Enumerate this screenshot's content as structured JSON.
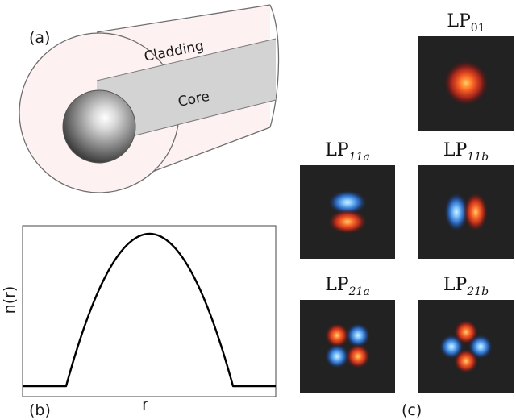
{
  "panels": {
    "a": {
      "label": "(a)",
      "cladding_label": "Cladding",
      "core_label": "Core",
      "colors": {
        "cladding_fill": "#fdf1f1",
        "core_fill": "#d3d3d3",
        "outline": "#6e6e6e"
      }
    },
    "b": {
      "label": "(b)",
      "xlabel": "r",
      "ylabel": "n(r)"
    },
    "c": {
      "label": "(c)",
      "modes": [
        {
          "base": "LP",
          "sub": "01"
        },
        {
          "base": "LP",
          "sub": "11a"
        },
        {
          "base": "LP",
          "sub": "11b"
        },
        {
          "base": "LP",
          "sub": "21a"
        },
        {
          "base": "LP",
          "sub": "21b"
        }
      ],
      "colors": {
        "background": "#222222",
        "positive": "#e03a1e",
        "negative": "#2e7fd8",
        "peak": "#ffd060"
      }
    }
  }
}
